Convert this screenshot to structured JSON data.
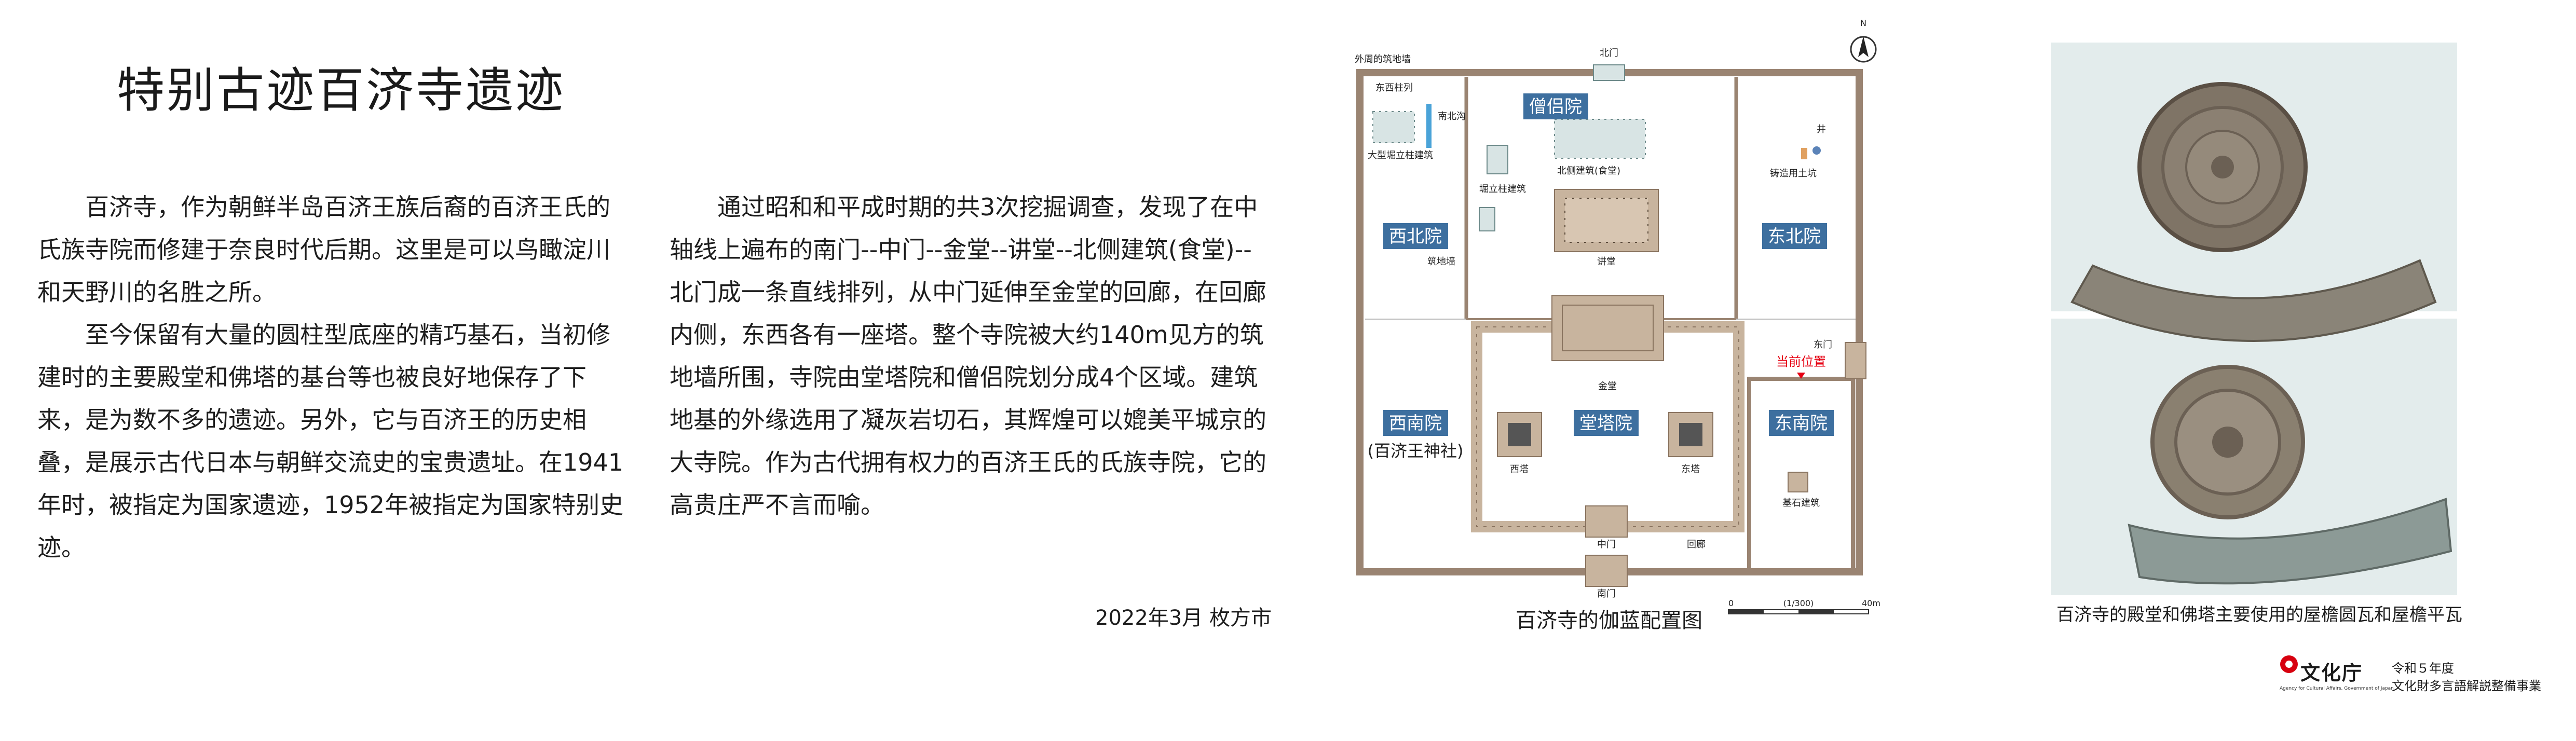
{
  "title": "特别古迹百济寺遗迹",
  "column1": [
    "百济寺，作为朝鲜半岛百济王族后裔的百济王氏的氏族寺院而修建于奈良时代后期。这里是可以鸟瞰淀川和天野川的名胜之所。",
    "至今保留有大量的圆柱型底座的精巧基石，当初修建时的主要殿堂和佛塔的基台等也被良好地保存了下来，是为数不多的遗迹。另外，它与百济王的历史相叠，是展示古代日本与朝鲜交流史的宝贵遗址。在1941年时，被指定为国家遗迹，1952年被指定为国家特别史迹。"
  ],
  "column2": [
    "通过昭和和平成时期的共3次挖掘调查，发现了在中轴线上遍布的南门--中门--金堂--讲堂--北侧建筑(食堂)--北门成一条直线排列，从中门延伸至金堂的回廊，在回廊内侧，东西各有一座塔。整个寺院被大约140m见方的筑地墙所围，寺院由堂塔院和僧侣院划分成4个区域。建筑地基的外缘选用了凝灰岩切石，其辉煌可以媲美平城京的大寺院。作为古代拥有权力的百济王氏的氏族寺院，它的高贵庄严不言而喻。"
  ],
  "date_line": "2022年3月  枚方市",
  "map": {
    "caption": "百济寺的伽蓝配置图",
    "labels": {
      "outer_wall": "外周的筑地墙",
      "north_gate": "北门",
      "east_pillars": "东西柱列",
      "north_south_ditch": "南北沟",
      "large_pillar_building": "大型堀立柱建筑",
      "pillar_building": "堀立柱建筑",
      "monk_compound": "僧侣院",
      "north_building": "北侧建筑(食堂)",
      "lecture_hall": "讲堂",
      "well": "井",
      "foundry_pit": "铸造用土坑",
      "northwest": "西北院",
      "northeast": "东北院",
      "wall_tsuiji": "筑地墙",
      "main_hall": "金堂",
      "current_position": "当前位置",
      "east_gate": "东门",
      "southwest": "西南院",
      "shrine": "(百济王神社)",
      "pagoda_compound": "堂塔院",
      "west_pagoda": "西塔",
      "east_pagoda": "东塔",
      "southeast": "东南院",
      "base_building": "基石建筑",
      "middle_gate": "中门",
      "corridor": "回廊",
      "south_gate": "南门",
      "north_symbol": "N"
    },
    "scale": {
      "zero": "0",
      "ratio": "(1/300)",
      "max": "40m"
    }
  },
  "photos": {
    "caption": "百济寺的殿堂和佛塔主要使用的屋檐圆瓦和屋檐平瓦"
  },
  "footer": {
    "org_name": "文化庁",
    "org_sub": "Agency for Cultural Affairs, Government of Japan",
    "line1": "令和５年度",
    "line2": "文化財多言語解説整備事業"
  },
  "colors": {
    "wall": "#9a8472",
    "label_box": "#3d6f9f",
    "building": "#c8b49e",
    "current_position": "#e60012",
    "logo_red": "#d7000f"
  }
}
